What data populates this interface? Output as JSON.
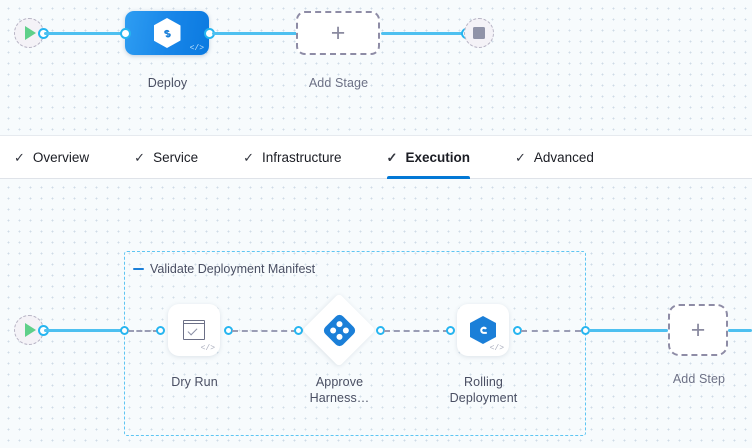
{
  "pipeline": {
    "start_node": {
      "icon": "play-icon",
      "label": ""
    },
    "stage": {
      "name": "Deploy",
      "icon": "harness-hexagon-icon",
      "code_mark": "</>",
      "color": "#1785e8"
    },
    "add_stage": {
      "label": "Add Stage",
      "icon": "plus-icon"
    },
    "end_node": {
      "icon": "stop-icon"
    }
  },
  "tabs": {
    "items": [
      {
        "label": "Overview",
        "tick": "✓",
        "active": false
      },
      {
        "label": "Service",
        "tick": "✓",
        "active": false
      },
      {
        "label": "Infrastructure",
        "tick": "✓",
        "active": false
      },
      {
        "label": "Execution",
        "tick": "✓",
        "active": true
      },
      {
        "label": "Advanced",
        "tick": "✓",
        "active": false
      }
    ],
    "active_color": "#0278d5"
  },
  "execution": {
    "start_node": {
      "icon": "play-icon"
    },
    "group": {
      "title": "Validate Deployment Manifest",
      "collapse_icon": "minus-icon",
      "border_color": "#5ec5f2"
    },
    "steps": [
      {
        "label": "Dry Run",
        "label_line2": "",
        "icon": "shell-script-check-icon",
        "shape": "rounded-square",
        "code_mark": "</>"
      },
      {
        "label": "Approve",
        "label_line2": "Harness…",
        "icon": "harness-approval-icon",
        "shape": "diamond",
        "code_mark": ""
      },
      {
        "label": "Rolling",
        "label_line2": "Deployment",
        "icon": "rolling-deployment-icon",
        "shape": "rounded-square",
        "code_mark": "</>"
      }
    ],
    "add_step": {
      "label": "Add Step",
      "icon": "plus-icon"
    }
  },
  "theme": {
    "canvas_bg": "#f7fbfd",
    "grid_dot": "#cfdbe6",
    "connector_solid": "#4ec0f0",
    "connector_dashed": "#9a9db5",
    "port_ring": "#26b5f0"
  }
}
